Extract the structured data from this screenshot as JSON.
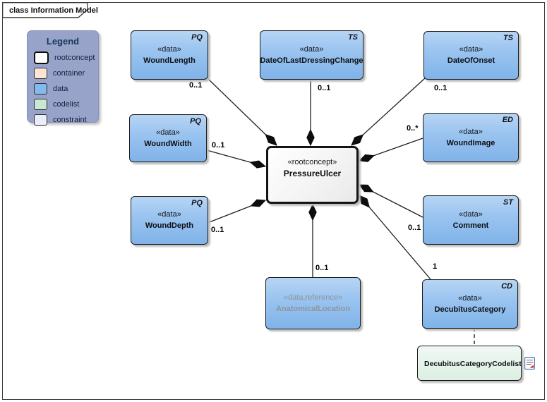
{
  "frame": {
    "tab_label": "class Information Model"
  },
  "legend": {
    "title": "Legend",
    "items": [
      {
        "label": "rootconcept",
        "color": "#ffffff"
      },
      {
        "label": "container",
        "color": "#fbe5d6"
      },
      {
        "label": "data",
        "color": "#84b9ec"
      },
      {
        "label": "codelist",
        "color": "#c9e7d5"
      },
      {
        "label": "constraint",
        "color": "#eaeefb"
      }
    ]
  },
  "nodes": {
    "pressure_ulcer": {
      "stereotype": "«rootconcept»",
      "name": "PressureUlcer"
    },
    "wound_length": {
      "stereotype": "«data»",
      "name": "WoundLength",
      "type_tag": "PQ",
      "multiplicity": "0..1"
    },
    "wound_width": {
      "stereotype": "«data»",
      "name": "WoundWidth",
      "type_tag": "PQ",
      "multiplicity": "0..1"
    },
    "wound_depth": {
      "stereotype": "«data»",
      "name": "WoundDepth",
      "type_tag": "PQ",
      "multiplicity": "0..1"
    },
    "date_of_last_dressing_change": {
      "stereotype": "«data»",
      "name": "DateOfLastDressingChange",
      "type_tag": "TS",
      "multiplicity": "0..1"
    },
    "date_of_onset": {
      "stereotype": "«data»",
      "name": "DateOfOnset",
      "type_tag": "TS",
      "multiplicity": "0..1"
    },
    "wound_image": {
      "stereotype": "«data»",
      "name": "WoundImage",
      "type_tag": "ED",
      "multiplicity": "0..*"
    },
    "comment": {
      "stereotype": "«data»",
      "name": "Comment",
      "type_tag": "ST",
      "multiplicity": "0..1"
    },
    "anatomical_location": {
      "stereotype": "«data,reference»",
      "name": "AnatomicalLocation",
      "multiplicity": "0..1"
    },
    "decubitus_category": {
      "stereotype": "«data»",
      "name": "DecubitusCategory",
      "type_tag": "CD",
      "multiplicity": "1"
    },
    "decubitus_category_codelist": {
      "name": "DecubitusCategoryCodelist"
    }
  },
  "colors": {
    "data_fill": "#8ebbeb",
    "rootconcept_fill": "#f2f2f2",
    "codelist_fill": "#dcefe3",
    "legend_bg": "#97a3c8",
    "line": "#1f1f1f"
  }
}
